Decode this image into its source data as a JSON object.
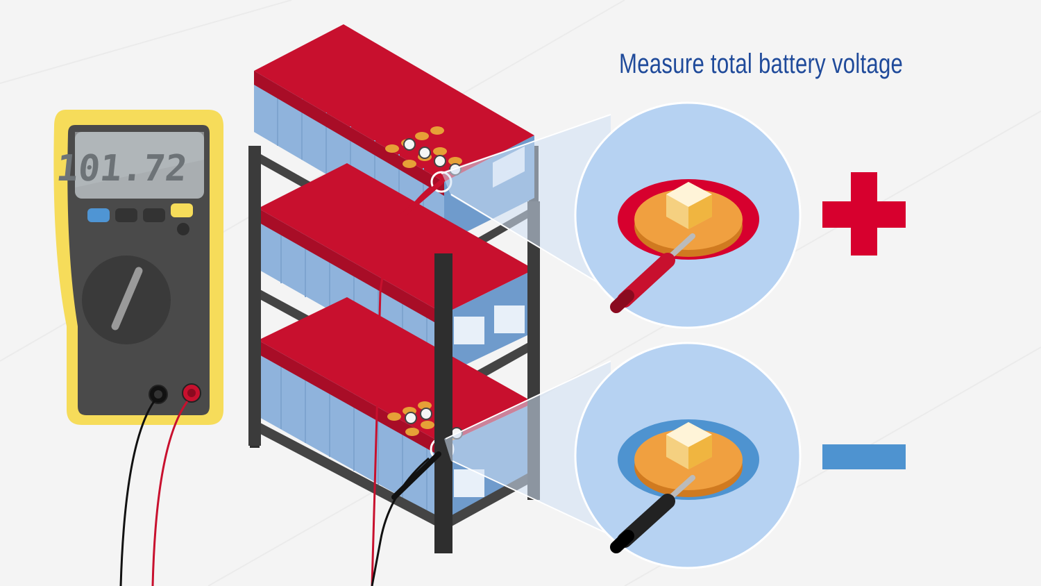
{
  "title": "Measure total battery voltage",
  "meter": {
    "display_value": "101.72"
  },
  "symbols": {
    "positive": "+",
    "negative": "−"
  },
  "colors": {
    "background": "#f4f4f4",
    "meter_yellow": "#f6dc5a",
    "meter_body": "#4a4a4a",
    "battery_red": "#c8102e",
    "battery_blue": "#8fb3dc",
    "rack": "#3b3b3b",
    "zoom_circle": "#b6d2f2",
    "positive": "#d7002e",
    "negative": "#4e93d0",
    "title": "#1f4a9a"
  },
  "icons": [
    "multimeter-icon",
    "battery-rack-icon",
    "positive-terminal-zoom",
    "negative-terminal-zoom",
    "plus-icon",
    "minus-icon"
  ]
}
